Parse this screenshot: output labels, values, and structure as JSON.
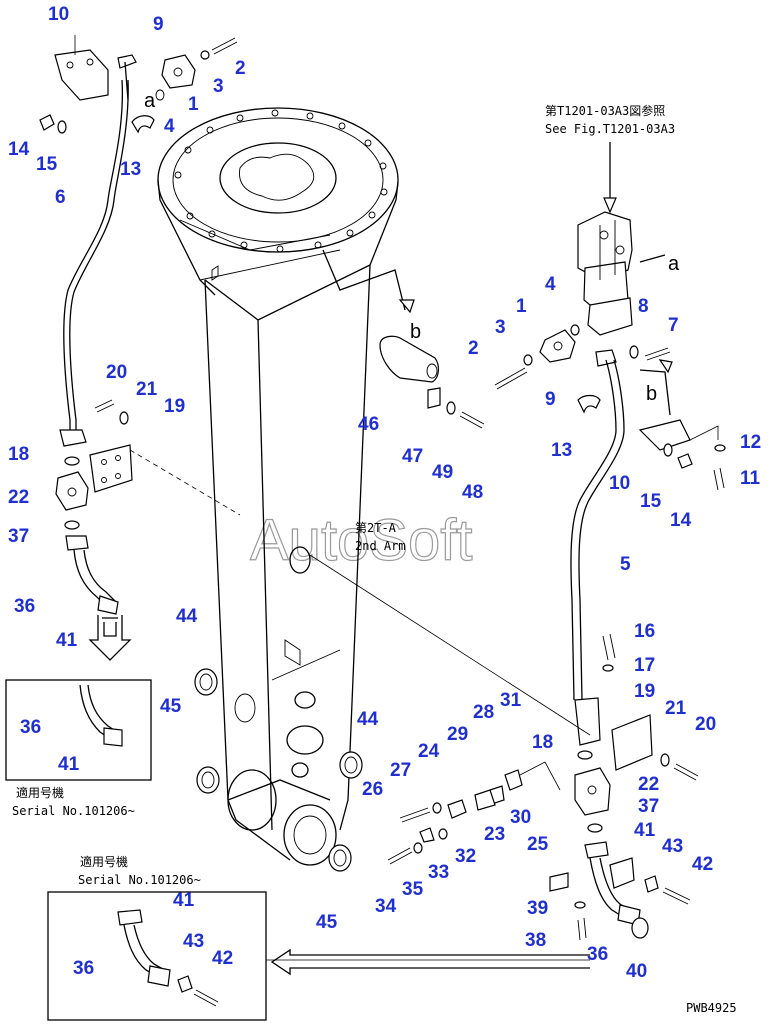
{
  "watermark": "AutoSoft",
  "drawing_code": "PWB4925",
  "ref_note": {
    "jp": "第T1201-03A3図参照",
    "en": "See Fig.T1201-03A3"
  },
  "arm_note": {
    "jp": "第2T-A",
    "en": "2nd Arm"
  },
  "serial_note_right": {
    "jp": "適用号機",
    "en": "Serial No.101206~"
  },
  "serial_note_bottom": {
    "jp": "適用号機",
    "en": "Serial No.101206~"
  },
  "connection_labels": [
    "a",
    "a",
    "b",
    "b"
  ],
  "callouts": [
    "10",
    "9",
    "2",
    "3",
    "1",
    "4",
    "14",
    "15",
    "13",
    "6",
    "20",
    "21",
    "19",
    "18",
    "22",
    "37",
    "36",
    "41",
    "36",
    "41",
    "44",
    "45",
    "44",
    "45",
    "46",
    "47",
    "49",
    "48",
    "4",
    "1",
    "3",
    "2",
    "8",
    "7",
    "9",
    "13",
    "12",
    "10",
    "15",
    "14",
    "11",
    "5",
    "16",
    "17",
    "19",
    "21",
    "20",
    "18",
    "22",
    "31",
    "28",
    "29",
    "24",
    "27",
    "26",
    "23",
    "30",
    "25",
    "37",
    "41",
    "43",
    "42",
    "32",
    "33",
    "34",
    "35",
    "39",
    "38",
    "36",
    "40",
    "41",
    "36",
    "43",
    "42"
  ]
}
